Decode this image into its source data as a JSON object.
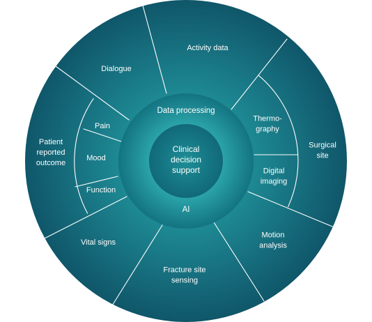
{
  "diagram": {
    "core": {
      "lines": [
        "Clinical",
        "decision",
        "support"
      ]
    },
    "ring": {
      "top": "Data processing",
      "bottom": "AI"
    },
    "segments": {
      "activity": [
        "Activity data"
      ],
      "dialogue": [
        "Dialogue"
      ],
      "pro": [
        "Patient",
        "reported",
        "outcome"
      ],
      "pain": [
        "Pain"
      ],
      "mood": [
        "Mood"
      ],
      "function": [
        "Function"
      ],
      "vital": [
        "Vital signs"
      ],
      "fracture": [
        "Fracture site",
        "sensing"
      ],
      "motion": [
        "Motion",
        "analysis"
      ],
      "surgical": [
        "Surgical",
        "site"
      ],
      "thermo": [
        "Thermo-",
        "graphy"
      ],
      "digital": [
        "Digital",
        "imaging"
      ]
    },
    "colors": {
      "outer_edge": "#0f5669",
      "outer_mid": "#17707f",
      "outer_light": "#1f8f98",
      "ring_light": "#2aa2a8",
      "ring_dark": "#137280",
      "core_light": "#1d8e96",
      "core_dark": "#116878",
      "separator": "#ffffff"
    }
  }
}
